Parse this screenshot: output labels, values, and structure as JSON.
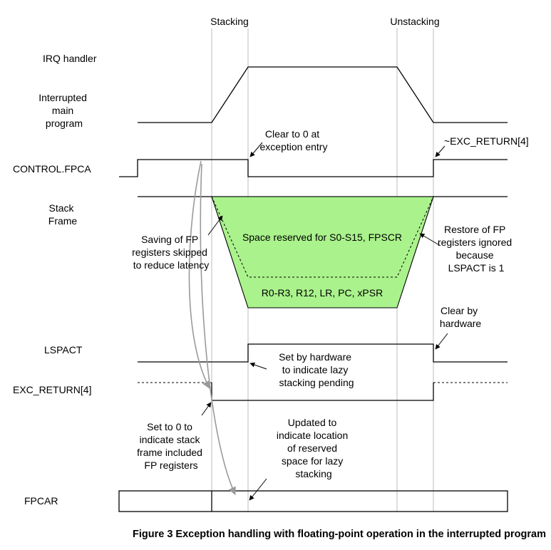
{
  "phases": {
    "stacking": "Stacking",
    "unstacking": "Unstacking"
  },
  "signals": {
    "irq_handler": "IRQ handler",
    "interrupted_main": [
      "Interrupted",
      "main",
      "program"
    ],
    "control_fpca": "CONTROL.FPCA",
    "stack_frame": [
      "Stack",
      "Frame"
    ],
    "lspact": "LSPACT",
    "exc_return": "EXC_RETURN[4]",
    "fpcar": "FPCAR"
  },
  "frame": {
    "reserved": "Space reserved for S0-S15, FPSCR",
    "registers": "R0-R3, R12, LR, PC, xPSR",
    "fill_color": "#aaf28c"
  },
  "annotations": {
    "clear_fpca": [
      "Clear to 0 at",
      "exception entry"
    ],
    "not_exc_return": "~EXC_RETURN[4]",
    "saving_skipped": [
      "Saving of FP",
      "registers skipped",
      "to reduce latency"
    ],
    "restore_ignored": [
      "Restore of FP",
      "registers ignored",
      "because",
      "LSPACT is 1"
    ],
    "clear_by_hw": [
      "Clear by",
      "hardware"
    ],
    "set_by_hw": [
      "Set by hardware",
      "to indicate lazy",
      "stacking pending"
    ],
    "set_to_zero": [
      "Set to 0 to",
      "indicate stack",
      "frame included",
      "FP registers"
    ],
    "updated_fpcar": [
      "Updated to",
      "indicate location",
      "of reserved",
      "space for lazy",
      "stacking"
    ]
  },
  "caption": "Figure 3 Exception handling with floating-point operation in the interrupted program"
}
